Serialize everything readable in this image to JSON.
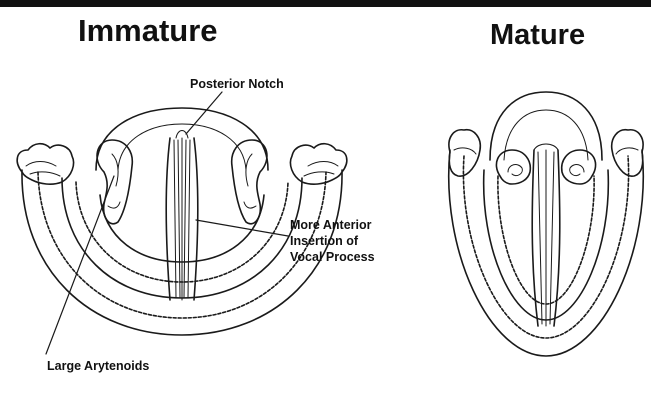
{
  "panels": {
    "immature": {
      "heading": "Immature",
      "labels": {
        "posterior_notch": "Posterior Notch",
        "anterior_insertion_line1": "More Anterior",
        "anterior_insertion_line2": "Insertion of",
        "anterior_insertion_line3": "Vocal Process",
        "large_arytenoids": "Large Arytenoids"
      }
    },
    "mature": {
      "heading": "Mature"
    }
  }
}
